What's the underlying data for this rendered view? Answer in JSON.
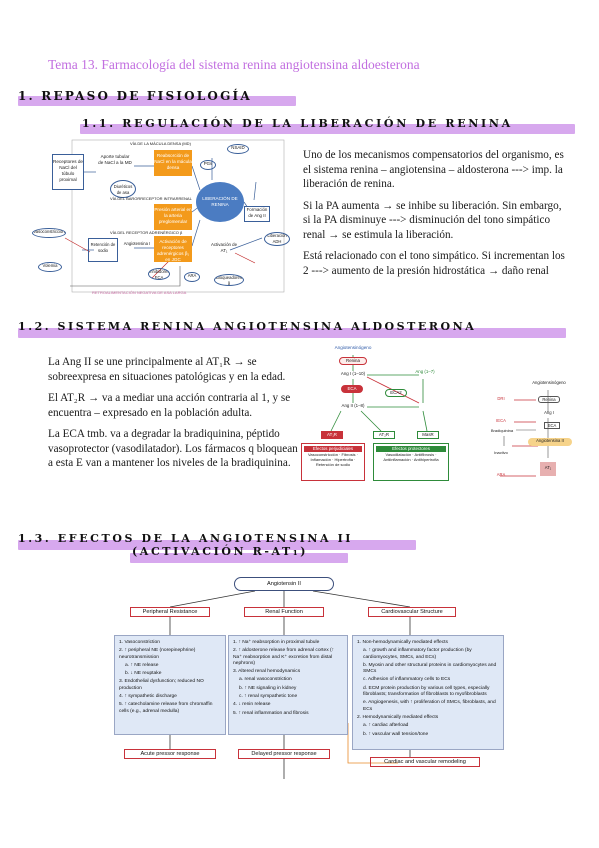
{
  "title": "Tema 13. Farmacología del sistema renina angiotensina aldoesterona",
  "sections": {
    "s1": "1. REPASO DE FISIOLOGÍA",
    "s1_1": "1.1. REGULACIÓN DE LA LIBERACIÓN DE RENINA",
    "s1_2": "1.2. SISTEMA RENINA ANGIOTENSINA ALDOSTERONA",
    "s1_3a": "1.3. EFECTOS DE LA ANGIOTENSINA II",
    "s1_3b": "(ACTIVACIÓN R-AT₁)"
  },
  "text_1_1": [
    "Uno de los mecanismos compensatorios del organismo, es el sistema renina – angiotensina – aldosterona ---> imp. la liberación de renina.",
    "Si la PA aumenta → se inhibe su liberación. Sin embargo, si la PA disminuye ---> disminución del tono simpático renal → se estimula la liberación.",
    "Está relacionado con el tono simpático. Si incrementan los 2 ---> aumento de la presión hidrostática → daño renal"
  ],
  "text_1_2": [
    "La Ang II se une principalmente al AT₁R → se sobreexpresa en situaciones patológicas y en la edad.",
    "El AT₂R → va a mediar una acción contraria al 1, y se encuentra – expresado en la población adulta.",
    "La ECA tmb. va a degradar la bradiquinina, péptido vasoprotector (vasodilatador). Los fármacos q bloquean a esta E van a mantener los niveles de la bradiquinina."
  ],
  "fig1": {
    "n1": "Receptores de NaCl del túbulo proximal",
    "n2": "Aporte tubular de NaCl a la MD",
    "n3": "Reabsorción de NaCl en la mácula densa",
    "n4": "Presión arterial en la arteria preglomerular",
    "n5": "Activación de receptores adrenérgicos β₁ en JGC",
    "n6": "LIBERACIÓN DE RENINA",
    "n7": "Angiotensina I",
    "n8": "Formación de Ang II",
    "n9": "Activación de AT₁",
    "n10": "Vasoconstricción",
    "n11": "Retención de sodio",
    "n12": "Volemia",
    "n13": "PGs",
    "n14": "NSAID",
    "n15": "Diuréticos de asa",
    "n16": "Inhibidores ECA",
    "n17": "ARA",
    "n18": "Bloqueadores β",
    "n19": "Liberación ADH",
    "cap1": "VÍA DE LA MÁCULA DENSA (MD)",
    "cap2": "VÍA DEL BARORRECEPTOR INTRARRENAL",
    "cap3": "VÍA DEL RECEPTOR ADRENÉRGICO β",
    "cap4": "RETROALIMENTACIÓN NEGATIVA DE ASA LARGA"
  },
  "fig2": {
    "top": "Angiotensinógeno",
    "renin": "Renina",
    "ang1": "Ang I (1–10)",
    "ace": "ECA",
    "ang2": "Ang II (1–8)",
    "ang17": "Ang (1–7)",
    "ace2": "ECA2",
    "at1": "AT₁R",
    "at2": "AT₂R",
    "mas": "MasR",
    "left_title": "Efectos perjudiciales",
    "left_items": "Vasoconstricción · Fibrosis · Inflamación · Hipertrofia · Retención de sodio",
    "right_title": "Efectos protectores",
    "right_items": "Vasodilatación · Antifibrosis · Antiinflamación · Antihipertrofia",
    "r_top": "Angiotensinógeno",
    "r_renin": "Renina",
    "r_ang1": "Ang I",
    "r_ace": "ECA",
    "r_ang2": "Angiotensina II",
    "r_brady": "Bradiquinina",
    "r_inact": "Inactivo",
    "r_at1": "AT₁",
    "r_ara": "ARA",
    "r_ieca": "IECA",
    "r_dri": "DRI"
  },
  "fig3": {
    "top": "Angiotensin II",
    "c1": "Peripheral Resistance",
    "c2": "Renal Function",
    "c3": "Cardiovascular Structure",
    "p1": [
      "1. Vasoconstriction",
      "2. ↑ peripheral NE (norepinephrine) neurotransmission",
      "   a. ↑ NE release",
      "   b. ↓ NE reuptake",
      "3. Endothelial dysfunction; reduced NO production",
      "4. ↑ sympathetic discharge",
      "5. ↑ catecholamine release from chromaffin cells (e.g., adrenal medulla)"
    ],
    "p2": [
      "1. ↑ Na⁺ reabsorption in proximal tubule",
      "2. ↑ aldosterone release from adrenal cortex (↑ Na⁺ reabsorption and K⁺ excretion from distal nephrons)",
      "3. Altered renal hemodynamics",
      "   a. renal vasoconstriction",
      "   b. ↑ NE signaling in kidney",
      "   c. ↑ renal sympathetic tone",
      "4. ↓ renin release",
      "5. ↑ renal inflammation and fibrosis"
    ],
    "p3": [
      "1. Non-hemodynamically mediated effects",
      "   a. ↑ growth and inflammatory factor production (by cardiomyocytes, SMCs, and ECs)",
      "   b. Myosin and other structural proteins in cardiomyocytes and SMCs",
      "   c. Adhesion of inflammatory cells to ECs",
      "   d. ECM protein production by various cell types, especially fibroblasts; transformation of fibroblasts to myofibroblasts",
      "   e. Angiogenesis, with ↑ proliferation of SMCs, fibroblasts, and ECs",
      "2. Hemodynamically mediated effects",
      "   a. ↑ cardiac afterload",
      "   b. ↑ vascular wall tension/tone"
    ],
    "o1": "Acute pressor response",
    "o2": "Delayed pressor response",
    "o3": "Cardiac and vascular remodeling"
  },
  "colors": {
    "accent_purple": "#c26fe0",
    "heading_bar": "#d7a8ee",
    "orange": "#f39a1b",
    "blue_panel": "#dfe8f6",
    "red_border": "#c8323a"
  }
}
